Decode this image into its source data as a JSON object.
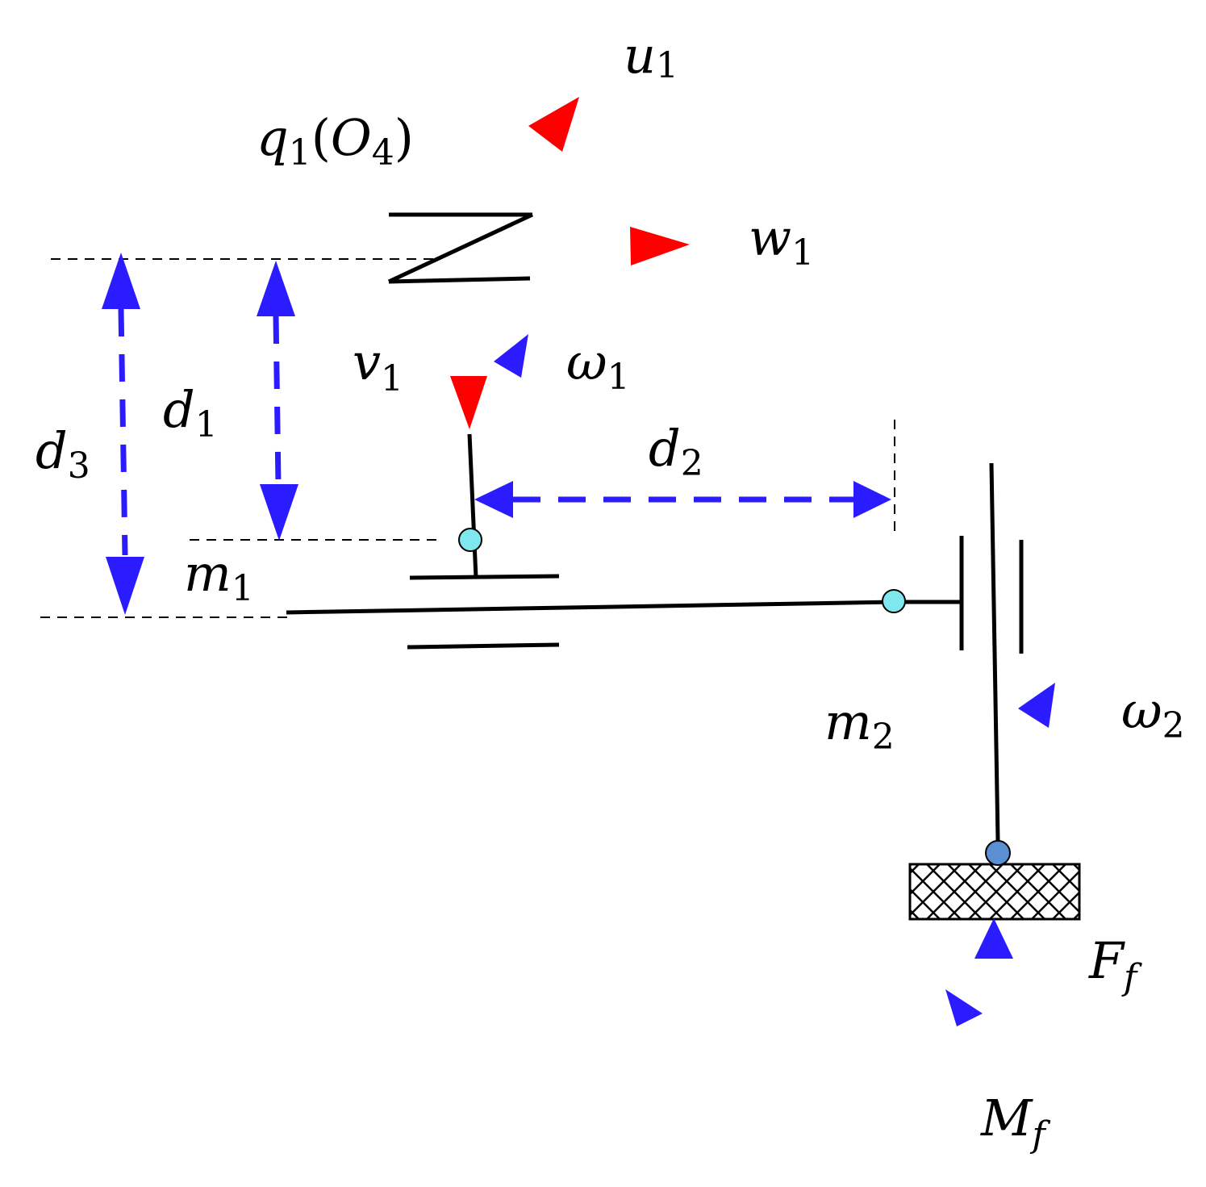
{
  "colors": {
    "frame_arrows": "#ff0000",
    "dimension_arrows": "#2b1bff",
    "rotation_arrows": "#2b1bff",
    "joint_fill": "#7fe8ee",
    "base_joint_fill": "#5b8fd4",
    "lines": "#000000"
  },
  "labels": {
    "u1": {
      "base": "u",
      "sub": "1"
    },
    "q1": {
      "base": "q",
      "sub": "1",
      "paren_open": "(",
      "inner_base": "O",
      "inner_sub": "4",
      "paren_close": ")"
    },
    "w1": {
      "base": "w",
      "sub": "1"
    },
    "v1": {
      "base": "v",
      "sub": "1"
    },
    "omega1": {
      "base": "ω",
      "sub": "1"
    },
    "d1": {
      "base": "d",
      "sub": "1"
    },
    "d2": {
      "base": "d",
      "sub": "2"
    },
    "d3": {
      "base": "d",
      "sub": "3"
    },
    "m1": {
      "base": "m",
      "sub": "1"
    },
    "m2": {
      "base": "m",
      "sub": "2"
    },
    "omega2": {
      "base": "ω",
      "sub": "2"
    },
    "Ff": {
      "base": "F",
      "sub": "f"
    },
    "Mf": {
      "base": "M",
      "sub": "f"
    }
  }
}
